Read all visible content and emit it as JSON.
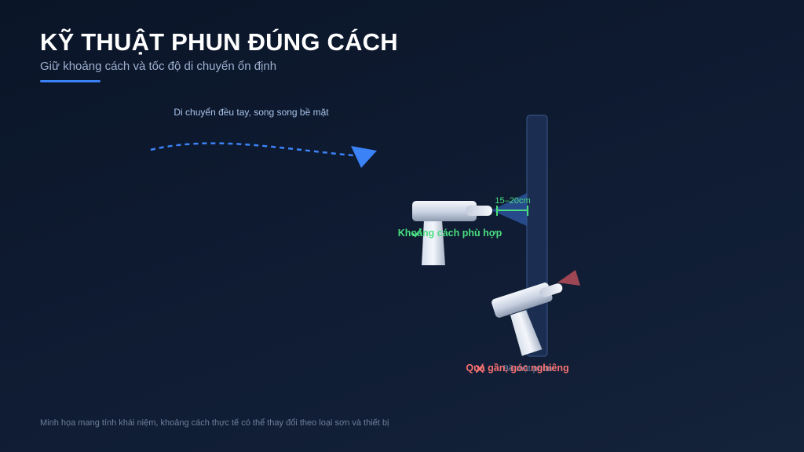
{
  "slide": {
    "title": "KỸ THUẬT PHUN ĐÚNG CÁCH",
    "subtitle": "Giữ khoảng cách và tốc độ di chuyển ổn định",
    "footnote": "Minh họa mang tính khái niệm, khoảng cách thực tế có thể thay đổi theo loại sơn và thiết bị"
  },
  "diagram": {
    "motion_label": "Di chuyển đều tay, song song bề mặt",
    "distance_label": "15–20cm",
    "correct_label": "Khoảng cách phù hợp",
    "correct_icon": "check-icon",
    "wrong_label": "Quá gần, góc nghiêng",
    "wrong_icon": "cross-icon",
    "surface_label": "Bề mặt phun"
  },
  "colors": {
    "accent": "#3b82f6",
    "good": "#4ade80",
    "bad": "#f87171"
  }
}
